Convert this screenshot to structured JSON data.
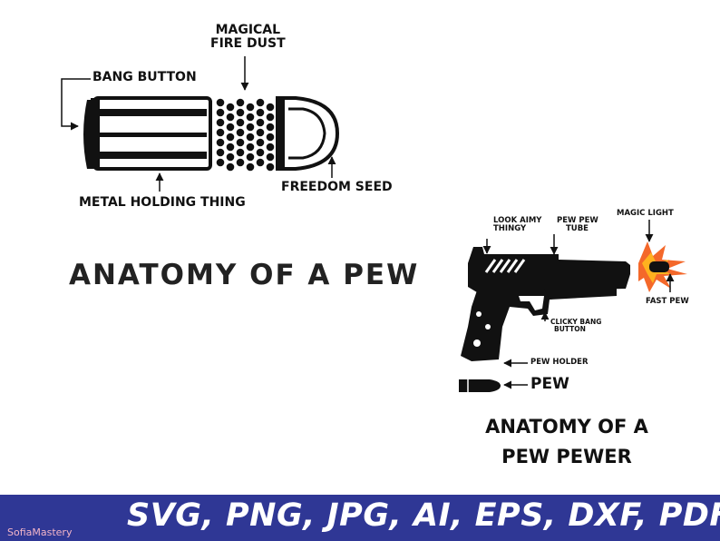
{
  "bullet_diagram": {
    "labels": {
      "magical_fire_dust": [
        "MAGICAL",
        "FIRE DUST"
      ],
      "bang_button": "BANG BUTTON",
      "metal_holding_thing": "METAL HOLDING THING",
      "freedom_seed": "FREEDOM SEED"
    },
    "title": "ANATOMY OF A PEW"
  },
  "gun_diagram": {
    "labels": {
      "look_aimy_thingy": [
        "LOOK AIMY",
        "THINGY"
      ],
      "pew_pew_tube": [
        "PEW PEW",
        "TUBE"
      ],
      "magic_light": "MAGIC LIGHT",
      "fast_pew": "FAST PEW",
      "clicky_bang_button": [
        "CLICKY BANG",
        "BUTTON"
      ],
      "pew_holder": "PEW HOLDER",
      "pew": "PEW"
    },
    "title": [
      "ANATOMY OF A",
      "PEW PEWER"
    ]
  },
  "banner": {
    "formats": "SVG, PNG, JPG, AI, EPS, DXF, PDF",
    "brand": "SofiaMastery",
    "colors": {
      "background": "#2f3795",
      "text": "#ffffff",
      "logo": "#e28ab0"
    }
  },
  "colors": {
    "ink": "#111111",
    "flash_outer": "#f4682a",
    "flash_inner": "#ffb11f"
  }
}
